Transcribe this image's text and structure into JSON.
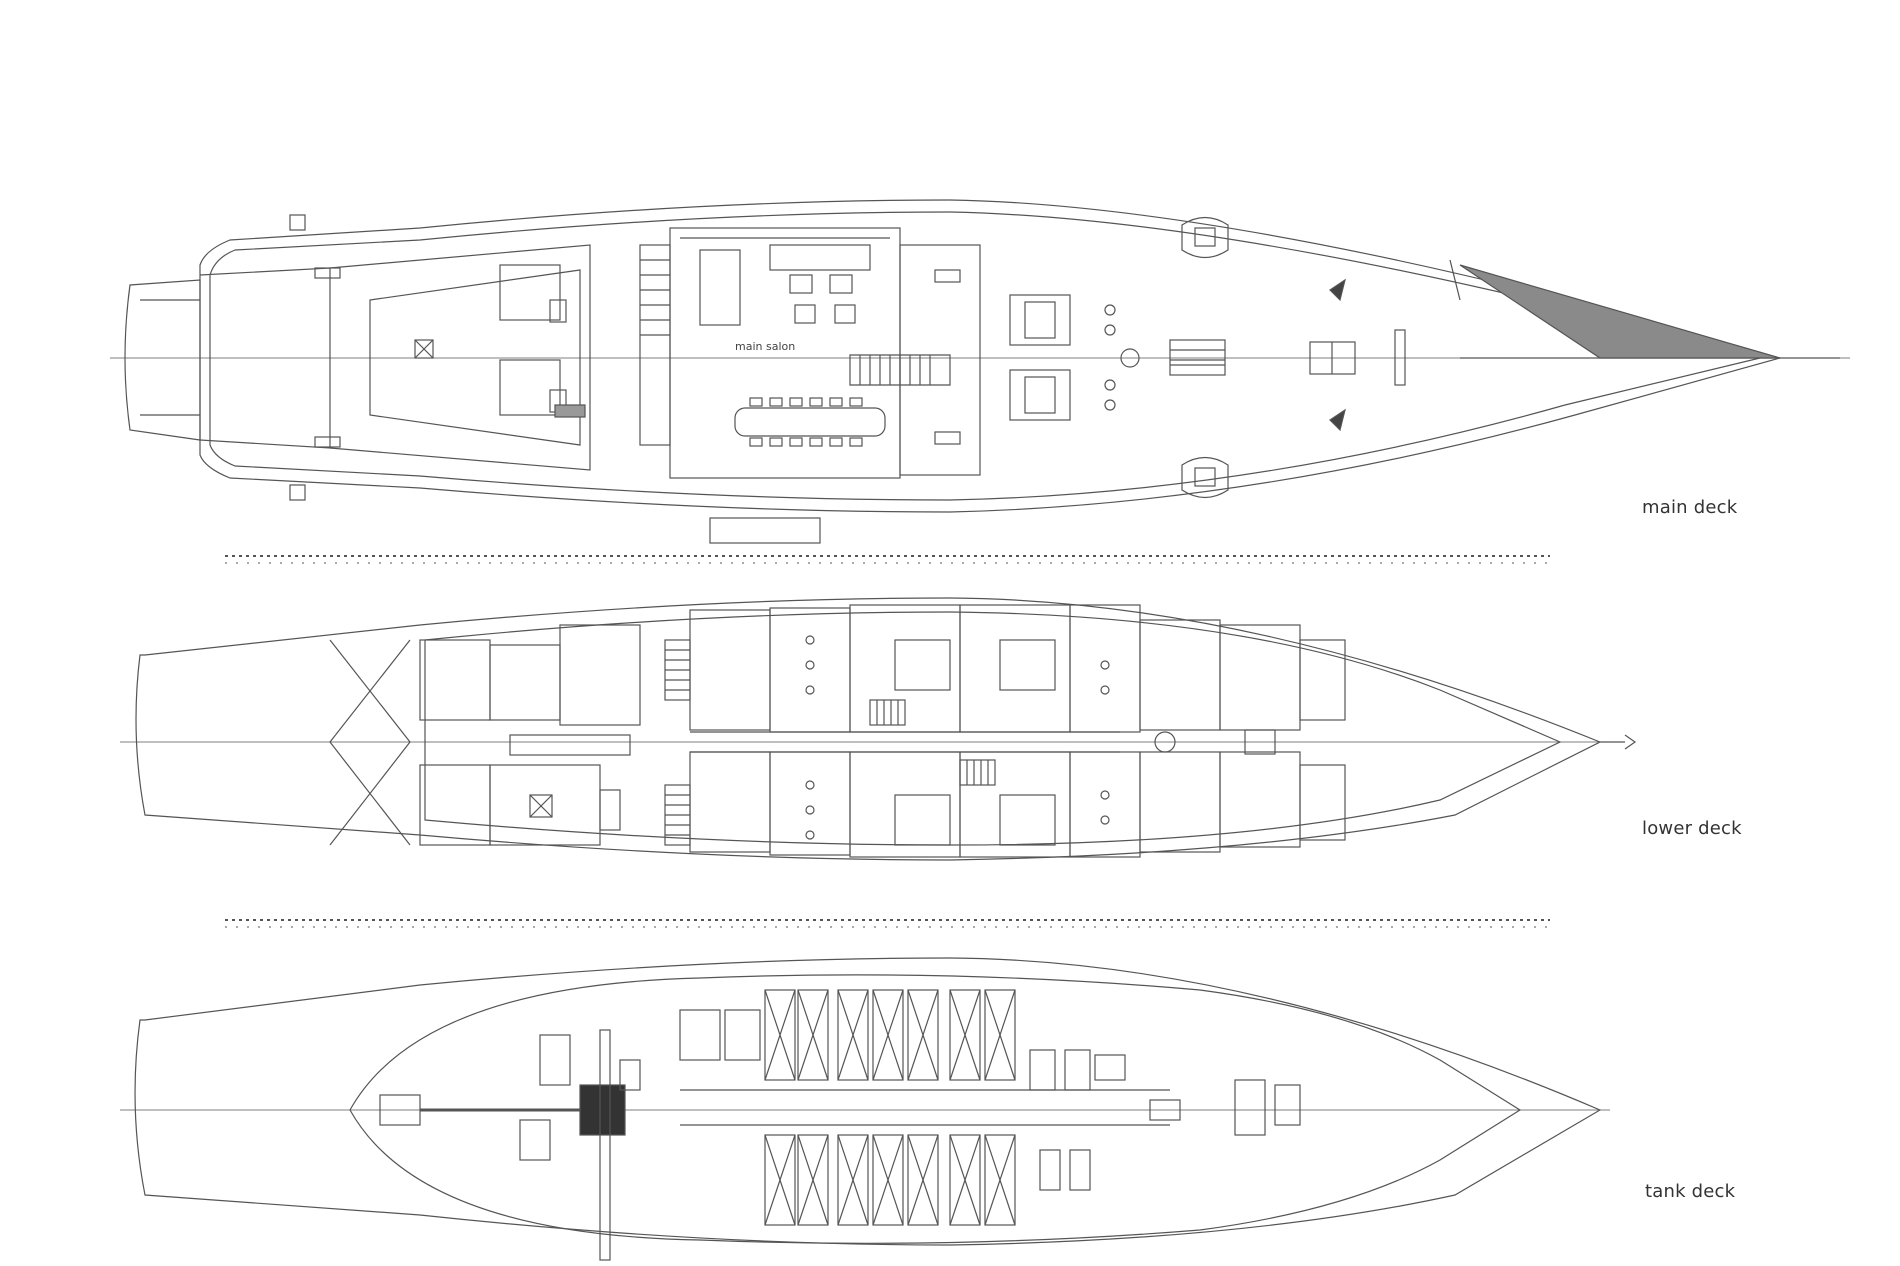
{
  "decks": [
    {
      "id": "main",
      "label": "main deck"
    },
    {
      "id": "lower",
      "label": "lower deck"
    },
    {
      "id": "tank",
      "label": "tank deck"
    }
  ],
  "main_deck": {
    "salon_label": "main salon"
  },
  "colors": {
    "line": "#555555",
    "sail_fill": "#8a8a8a",
    "background": "#ffffff"
  }
}
